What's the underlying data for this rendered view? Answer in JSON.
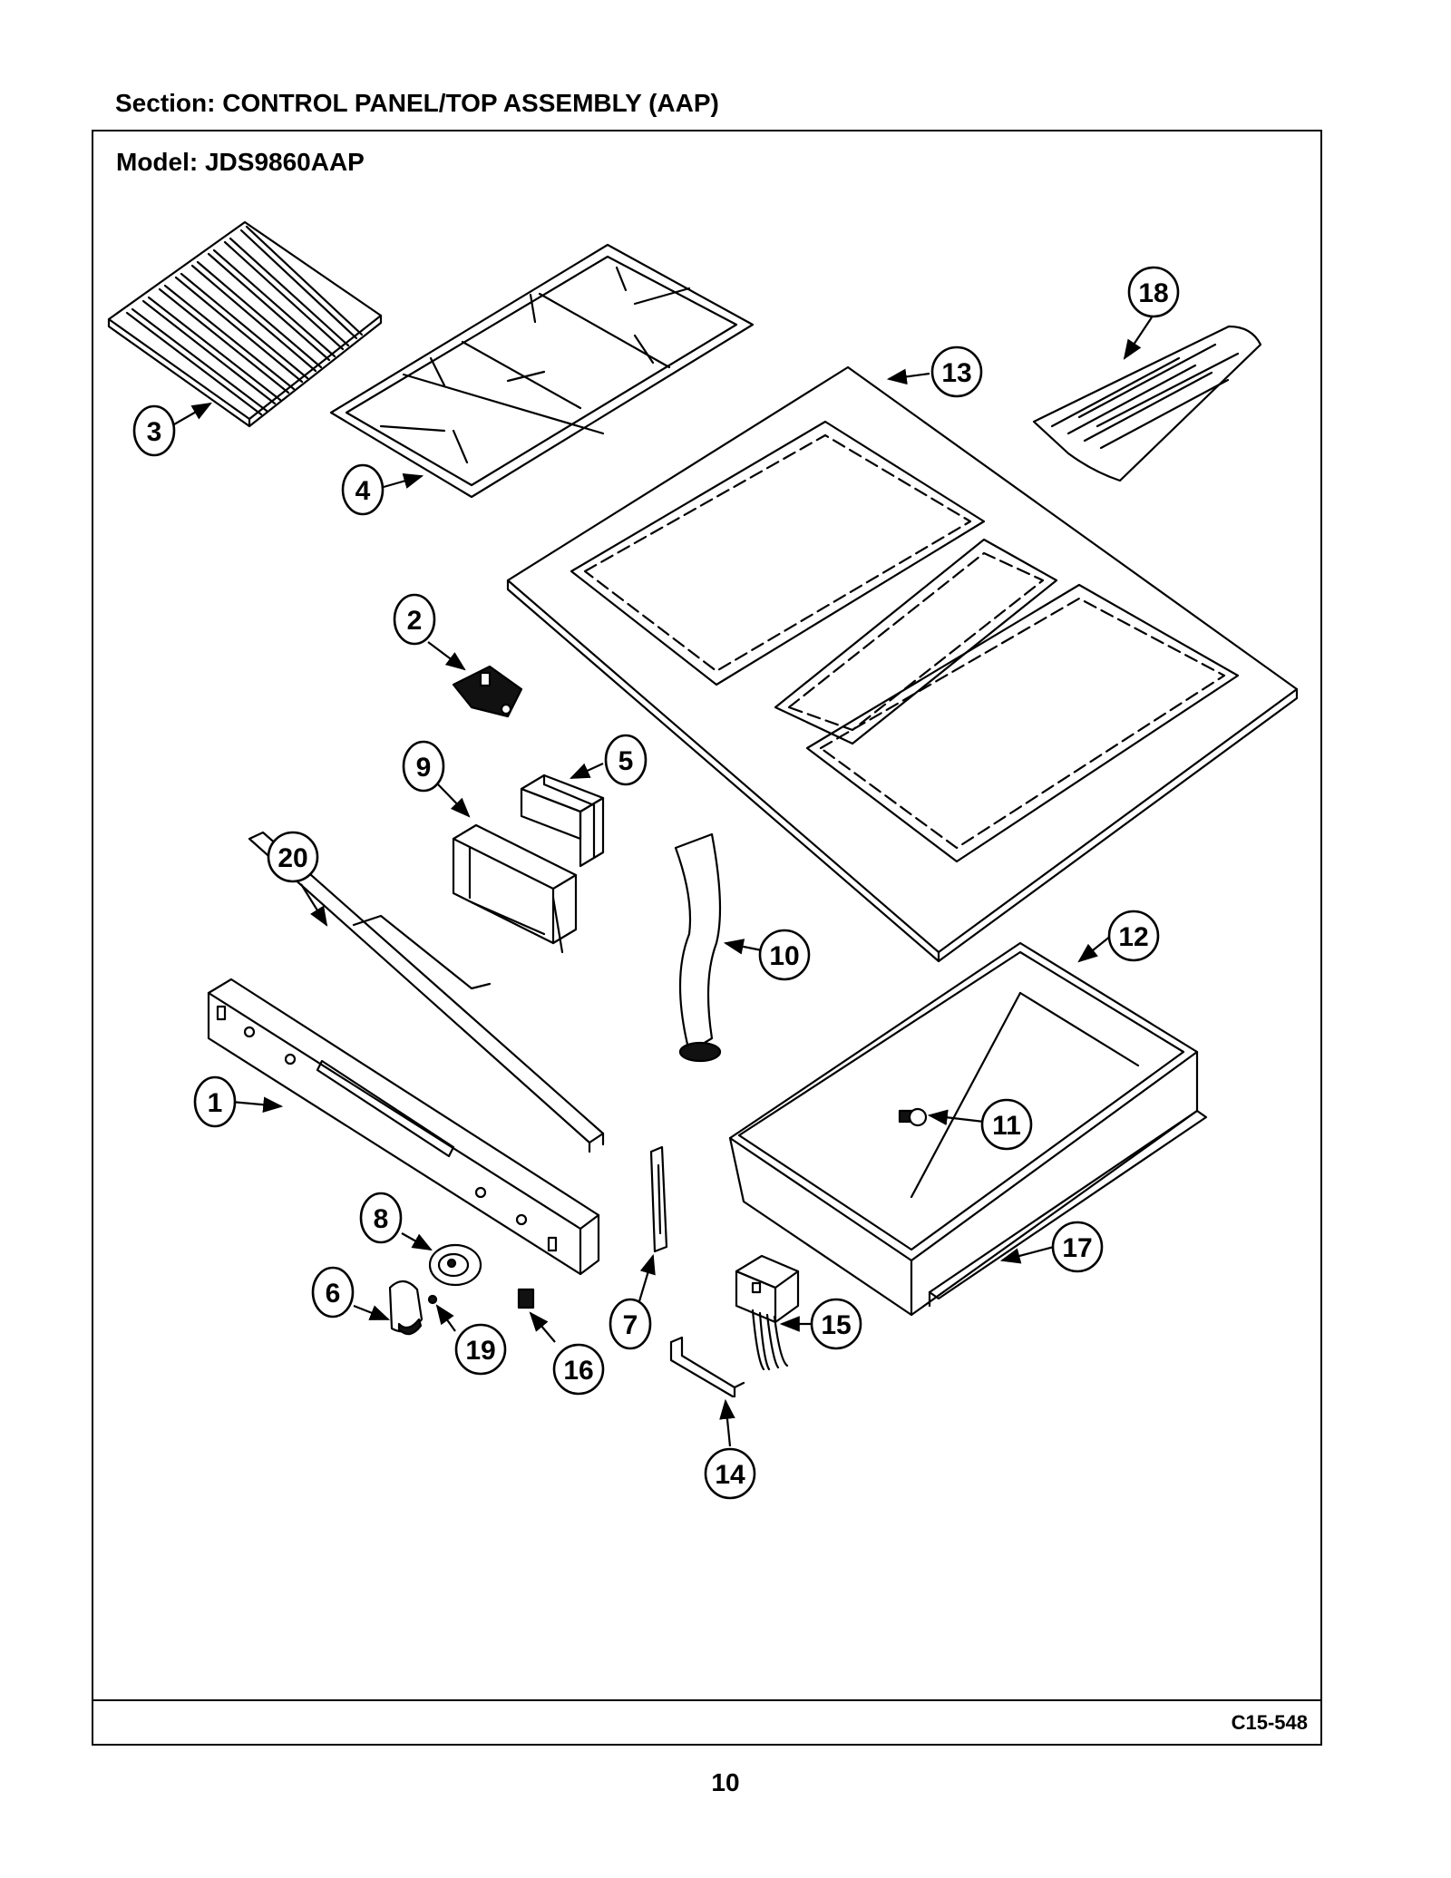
{
  "header": {
    "section_title": "Section:  CONTROL PANEL/TOP ASSEMBLY (AAP)"
  },
  "frame": {
    "model_title": "Model:  JDS9860AAP",
    "diagram_code": "C15-548"
  },
  "footer": {
    "page_number": "10"
  },
  "callouts": [
    "1",
    "2",
    "3",
    "4",
    "5",
    "6",
    "7",
    "8",
    "9",
    "10",
    "11",
    "12",
    "13",
    "14",
    "15",
    "16",
    "17",
    "18",
    "19",
    "20"
  ]
}
